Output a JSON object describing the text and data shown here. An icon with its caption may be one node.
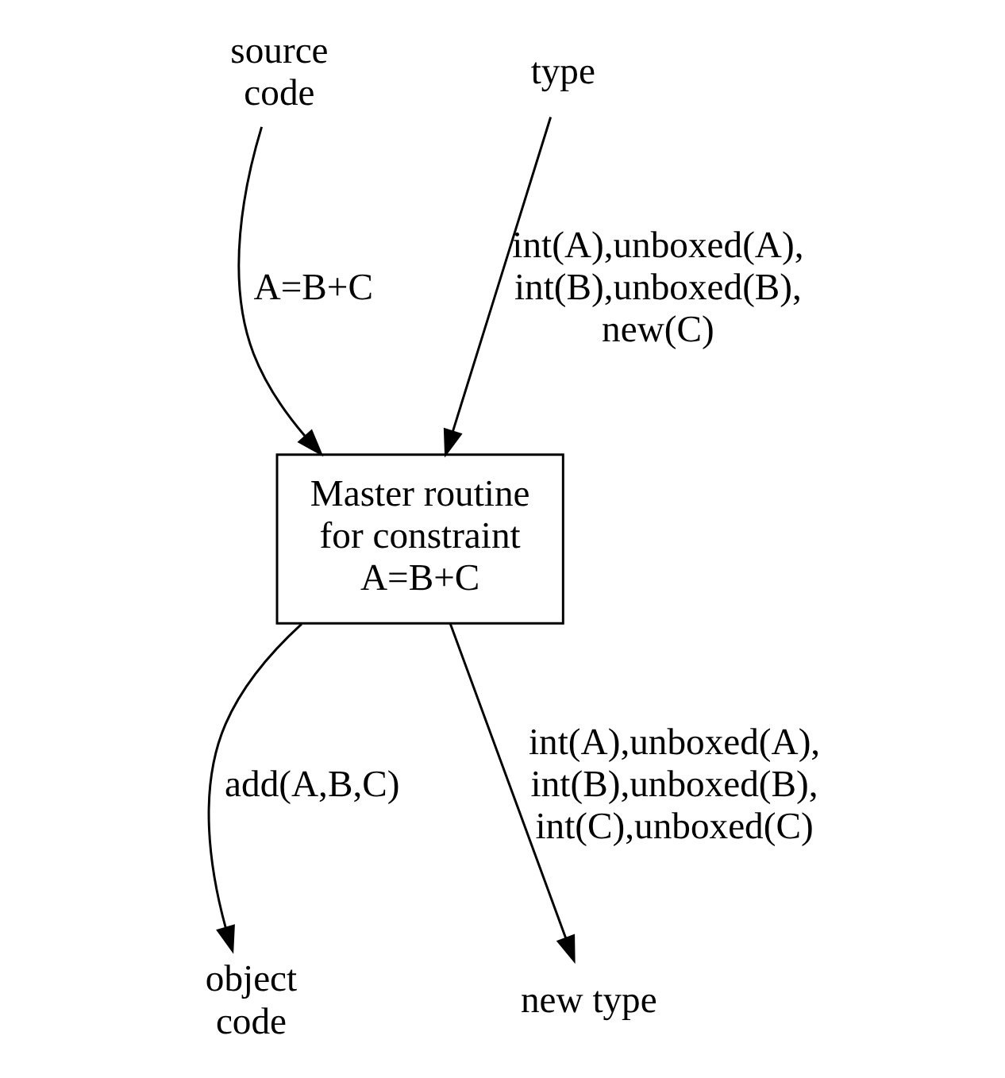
{
  "diagram": {
    "nodes": [
      {
        "text": [
          "source code"
        ]
      },
      {
        "text": [
          "type"
        ]
      },
      {
        "text": [
          "Master routine for constraint A=B+C"
        ]
      },
      {
        "text": [
          "object code"
        ]
      },
      {
        "text": [
          "new type"
        ]
      }
    ],
    "edges": [
      {
        "from": 0,
        "to": 2,
        "arrow": "to",
        "label": "A=B+C"
      },
      {
        "from": 1,
        "to": 2,
        "arrow": "to",
        "label": "int(A),unboxed(A), int(B),unboxed(B), new(C)"
      },
      {
        "from": 2,
        "to": 3,
        "arrow": "to",
        "label": "add(A,B,C)"
      },
      {
        "from": 2,
        "to": 4,
        "arrow": "to",
        "label": "int(A),unboxed(A), int(B),unboxed(B), int(C),unboxed(C)"
      }
    ]
  }
}
